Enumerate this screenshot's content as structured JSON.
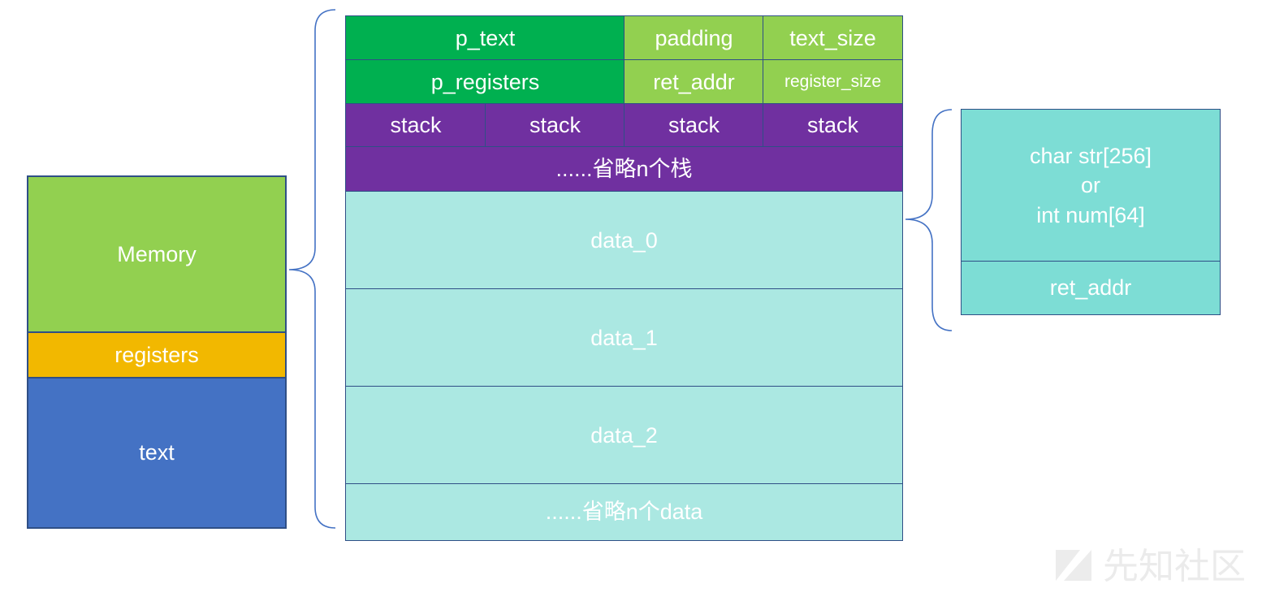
{
  "memory_stack": {
    "memory": "Memory",
    "registers": "registers",
    "text": "text"
  },
  "memory_layout": {
    "p_text": "p_text",
    "padding": "padding",
    "text_size": "text_size",
    "p_registers": "p_registers",
    "ret_addr": "ret_addr",
    "register_size": "register_size",
    "stack_cells": [
      "stack",
      "stack",
      "stack",
      "stack"
    ],
    "omitted_stacks": "......省略n个栈",
    "data": [
      "data_0",
      "data_1",
      "data_2"
    ],
    "omitted_data": "......省略n个data"
  },
  "data_detail": {
    "line1": "char str[256]",
    "line2": "or",
    "line3": "int num[64]",
    "ret_addr": "ret_addr"
  },
  "watermark": {
    "icon": "xianzhi-logo-icon",
    "text": "先知社区"
  },
  "colors": {
    "memory": "#92d050",
    "registers": "#f2b800",
    "text": "#4472c4",
    "pointer_cells": "#00b050",
    "size_cells": "#92d050",
    "stack_cells": "#7030a0",
    "data_cells": "#abe8e2",
    "detail_cells": "#7dddd5",
    "brace": "#4472c4"
  }
}
